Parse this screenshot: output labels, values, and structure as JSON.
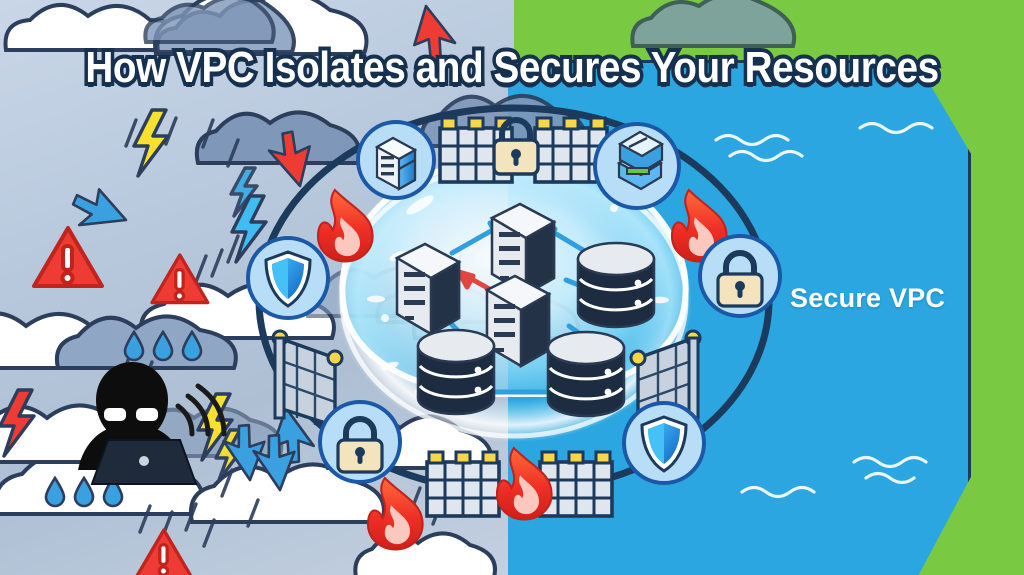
{
  "title": "How VPC Isolates and Secures Your Resources",
  "regions": {
    "left_label": "",
    "right_label": "Secure VPC"
  },
  "colors": {
    "vpc_blue": "#2ba6e0",
    "outer_green": "#7ac943",
    "ink_navy": "#1b3a5c",
    "danger_red": "#ee3b34",
    "lightning_yellow": "#f7e02e",
    "flame_red": "#f0372e",
    "lock_beige": "#f3e4bd",
    "arrow_blue": "#2f9fe0",
    "arrow_red": "#e2453d",
    "title_outline": "#16304f",
    "title_fill": "#ffffff"
  },
  "ring_icons": [
    {
      "name": "server-rack-icon",
      "label": "Server rack",
      "position": "top-left"
    },
    {
      "name": "firewall-wall-icon",
      "label": "Firewall",
      "position": "top"
    },
    {
      "name": "padlock-icon",
      "label": "Padlock",
      "position": "top-center"
    },
    {
      "name": "firewall-wall-icon",
      "label": "Firewall",
      "position": "top-right"
    },
    {
      "name": "network-switch-icon",
      "label": "Network switch",
      "position": "top-right"
    },
    {
      "name": "flame-icon",
      "label": "Firewall flame",
      "position": "upper-right"
    },
    {
      "name": "padlock-icon",
      "label": "Padlock",
      "position": "right"
    },
    {
      "name": "fence-wall-icon",
      "label": "Barrier wall",
      "position": "lower-right"
    },
    {
      "name": "shield-icon",
      "label": "Shield",
      "position": "bottom-right"
    },
    {
      "name": "firewall-wall-icon",
      "label": "Firewall",
      "position": "bottom"
    },
    {
      "name": "flame-icon",
      "label": "Firewall flame",
      "position": "bottom"
    },
    {
      "name": "padlock-icon",
      "label": "Padlock",
      "position": "bottom-left"
    },
    {
      "name": "fence-wall-icon",
      "label": "Barrier wall",
      "position": "lower-left"
    },
    {
      "name": "shield-icon",
      "label": "Shield",
      "position": "left"
    },
    {
      "name": "flame-icon",
      "label": "Firewall flame",
      "position": "upper-left"
    }
  ],
  "core_nodes": [
    {
      "name": "server-node",
      "label": "Server",
      "position": "center-top"
    },
    {
      "name": "server-node",
      "label": "Server",
      "position": "center-left"
    },
    {
      "name": "server-node",
      "label": "Server",
      "position": "center-middle"
    },
    {
      "name": "database-node",
      "label": "Database",
      "position": "center-right"
    },
    {
      "name": "database-node",
      "label": "Database",
      "position": "bottom-left"
    },
    {
      "name": "database-node",
      "label": "Database",
      "position": "bottom-right"
    }
  ],
  "threat_items": [
    {
      "name": "warning-triangle-icon",
      "label": "Warning"
    },
    {
      "name": "warning-triangle-icon",
      "label": "Warning"
    },
    {
      "name": "warning-triangle-icon",
      "label": "Warning"
    },
    {
      "name": "lightning-bolt-icon",
      "label": "Lightning"
    },
    {
      "name": "lightning-bolt-icon",
      "label": "Lightning"
    },
    {
      "name": "lightning-bolt-icon",
      "label": "Lightning"
    },
    {
      "name": "lightning-bolt-icon",
      "label": "Lightning"
    },
    {
      "name": "hacker-icon",
      "label": "Hacker with laptop"
    },
    {
      "name": "storm-cloud-icon",
      "label": "Storm cloud"
    },
    {
      "name": "rain-drop-icon",
      "label": "Rain"
    },
    {
      "name": "cursor-arrow-icon",
      "label": "Attack arrow"
    }
  ]
}
